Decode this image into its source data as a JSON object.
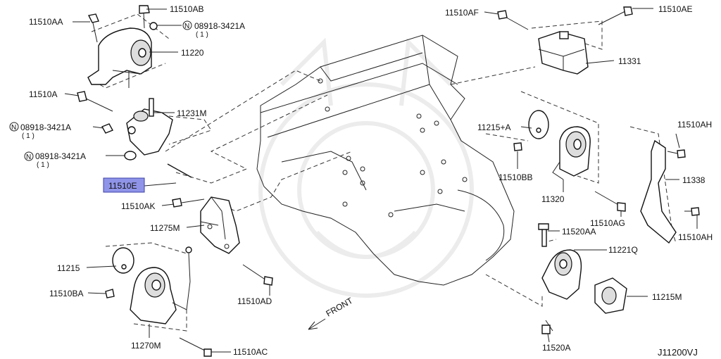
{
  "diagram": {
    "footer_code": "J11200VJ",
    "front_label": "FRONT",
    "highlighted_part": "11510E",
    "labels": {
      "l_11510AA": "11510AA",
      "l_11510AB": "11510AB",
      "l_08918_top": "08918-3421A",
      "l_08918_top_qty": "( 1 )",
      "l_11220": "11220",
      "l_11510A": "11510A",
      "l_11231M": "11231M",
      "l_08918_mid": "08918-3421A",
      "l_08918_mid_qty": "( 1 )",
      "l_08918_low": "08918-3421A",
      "l_08918_low_qty": "( 1 )",
      "l_11510E": "11510E",
      "l_11510AK": "11510AK",
      "l_11275M": "11275M",
      "l_11215": "11215",
      "l_11510BA": "11510BA",
      "l_11270M": "11270M",
      "l_11510AC": "11510AC",
      "l_11510AD": "11510AD",
      "l_11510AF": "11510AF",
      "l_11510AE": "11510AE",
      "l_11331": "11331",
      "l_11215A": "11215+A",
      "l_11510BB": "11510BB",
      "l_11320": "11320",
      "l_11510AG": "11510AG",
      "l_11510AH_top": "11510AH",
      "l_11338": "11338",
      "l_11510AH_low": "11510AH",
      "l_11520AA": "11520AA",
      "l_11221Q": "11221Q",
      "l_11215M": "11215M",
      "l_11520A": "11520A"
    },
    "nut_symbol": "N"
  }
}
